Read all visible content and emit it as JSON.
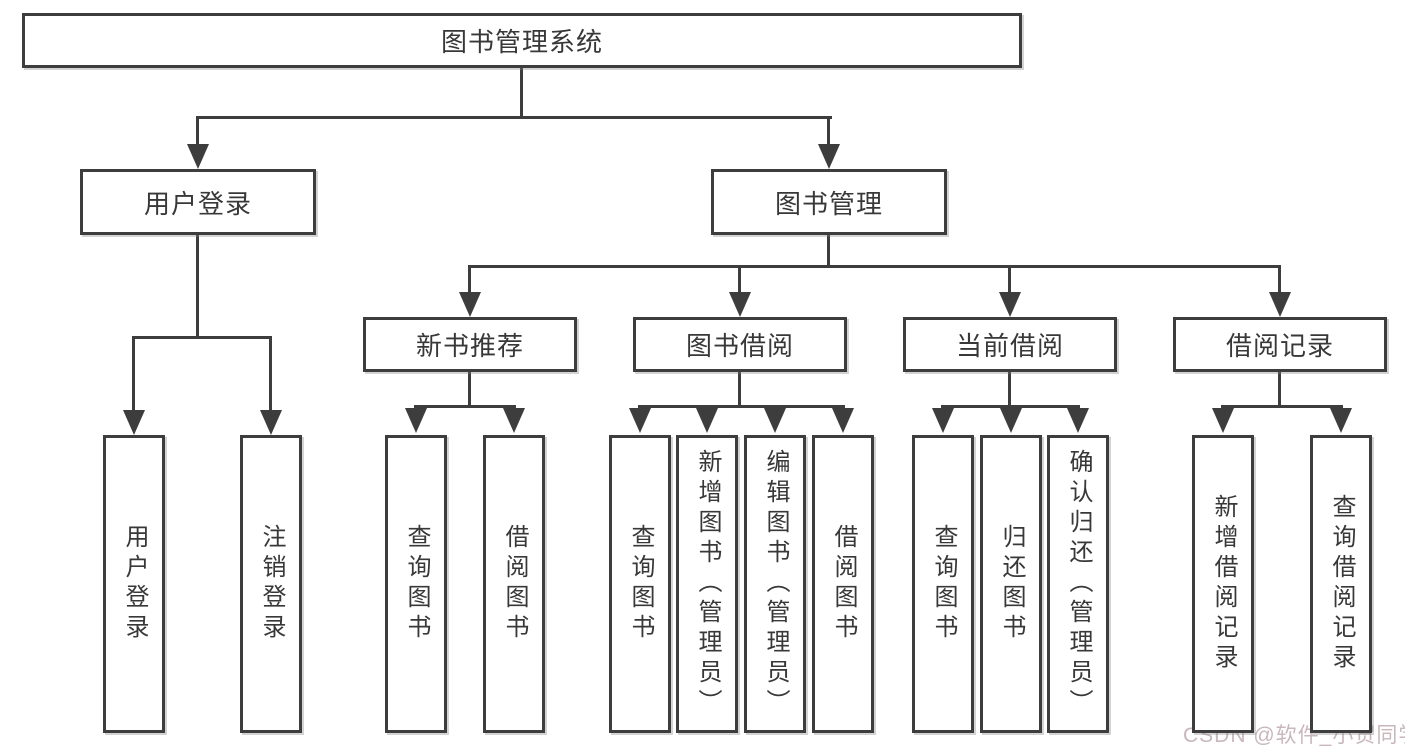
{
  "diagram_title": "图书管理系统",
  "nodes": {
    "root": "图书管理系统",
    "user_login": "用户登录",
    "book_mgmt": "图书管理",
    "new_book_rec": "新书推荐",
    "book_borrow": "图书借阅",
    "current_borrow": "当前借阅",
    "borrow_records": "借阅记录",
    "leaf_user_login": "用户登录",
    "leaf_logout": "注销登录",
    "leaf_rec_query": "查询图书",
    "leaf_rec_borrow": "借阅图书",
    "leaf_bb_query": "查询图书",
    "leaf_bb_add": "新增图书（管理员）",
    "leaf_bb_edit": "编辑图书（管理员）",
    "leaf_bb_borrow": "借阅图书",
    "leaf_cb_query": "查询图书",
    "leaf_cb_return": "归还图书",
    "leaf_cb_confirm": "确认归还（管理员）",
    "leaf_br_add": "新增借阅记录",
    "leaf_br_query": "查询借阅记录"
  },
  "watermark": {
    "text": "CSDN @软件_小贺同学",
    "color": "#c8b7bb"
  },
  "colors": {
    "line": "#3d3d3d",
    "text": "#383838",
    "background": "#ffffff"
  }
}
